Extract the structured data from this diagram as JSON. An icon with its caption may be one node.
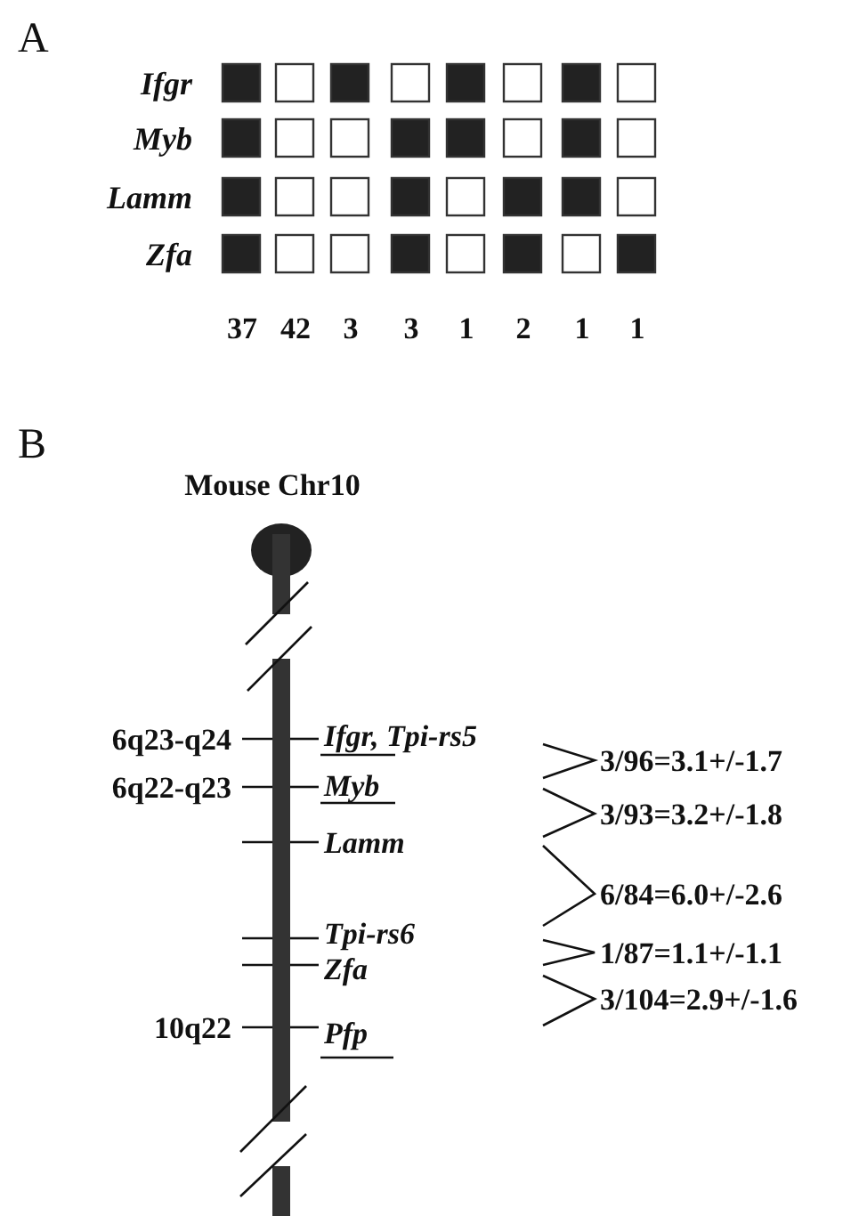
{
  "diagram": {
    "labels": [
      "A",
      "Ifgr",
      "Myb",
      "Lamm",
      "Zfa",
      "37",
      "42",
      "3",
      "3",
      "1",
      "2",
      "1",
      "1",
      "B",
      "Mouse Chr10",
      "6q23-q24",
      "Ifgr, Tpi-rs5",
      "3/96=3.1+/-1.7",
      "6q22-q23",
      "Myb",
      "3/93=3.2+/-1.8",
      "Lamm",
      "6/84=6.0+/-2.6",
      "Tpi-rs6",
      "1/87=1.1+/-1.1",
      "Zfa",
      "3/104=2.9+/-1.6",
      "10q22",
      "Pfp"
    ]
  }
}
